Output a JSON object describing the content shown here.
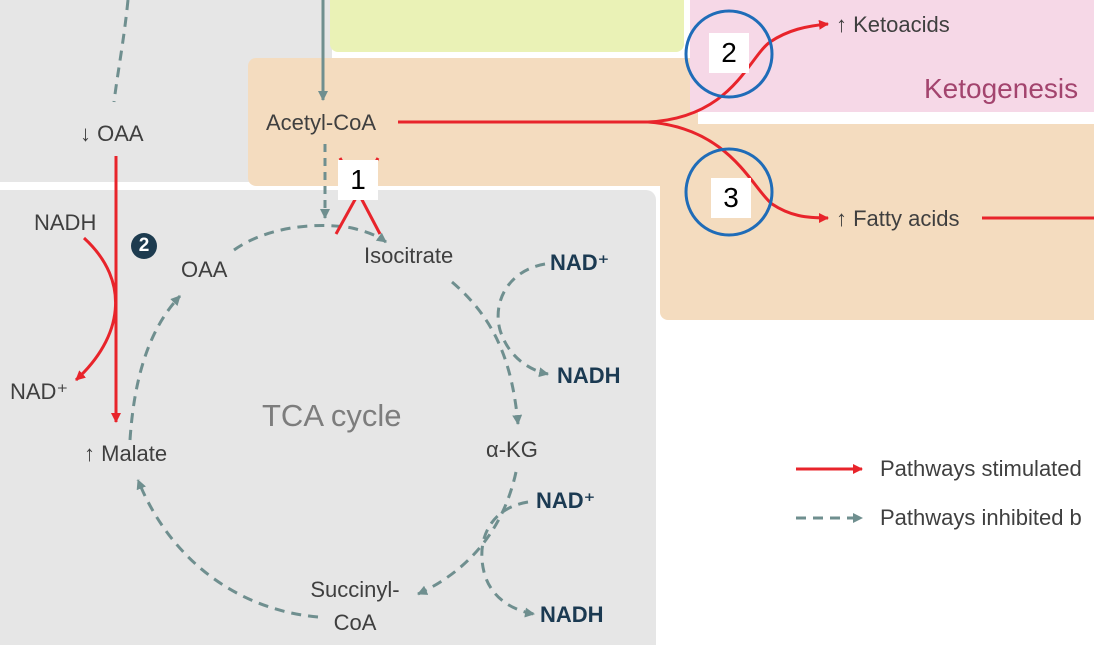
{
  "colors": {
    "stimulated": "#e8242b",
    "inhibited": "#6f8f8f",
    "tca_panel": "#e6e6e6",
    "acetyl_panel": "#f4dcbf",
    "keto_panel": "#f6d8e7",
    "top_panel": "#eaf2b6",
    "highlight_circle": "#1f6cb8",
    "label_blue": "#1b3a52",
    "ketogenesis_text": "#a3446e"
  },
  "labels": {
    "oaa_top": "↓ OAA",
    "nadh_left": "NADH",
    "nad_left": "NAD⁺",
    "malate": "↑ Malate",
    "acetyl_coa": "Acetyl-CoA",
    "isocitrate": "Isocitrate",
    "oaa_cycle": "OAA",
    "tca_cycle": "TCA cycle",
    "akg": "α-KG",
    "succinyl_line1": "Succinyl-",
    "succinyl_line2": "CoA",
    "nad_1": "NAD⁺",
    "nadh_1": "NADH",
    "nad_2": "NAD⁺",
    "nadh_2": "NADH",
    "ketoacids": "↑ Ketoacids",
    "ketogenesis": "Ketogenesis",
    "fatty_acids": "↑ Fatty acids"
  },
  "markers": {
    "step_badge": "2",
    "num_1": "1",
    "num_2": "2",
    "num_3": "3"
  },
  "legend": {
    "stimulated": "Pathways stimulated",
    "inhibited": "Pathways inhibited b"
  },
  "icons": {
    "blocked": "cross-out-icon",
    "highlight": "circle-highlight-icon"
  }
}
